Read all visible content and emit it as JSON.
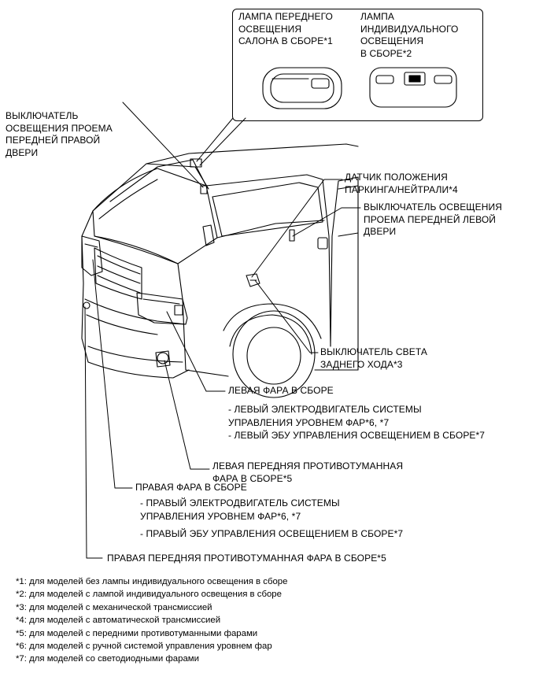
{
  "callout": {
    "front_lamp": "ЛАМПА ПЕРЕДНЕГО\nОСВЕЩЕНИЯ\nСАЛОНА В СБОРЕ*1",
    "individual_lamp": "ЛАМПА\nИНДИВИДУАЛЬНОГО\nОСВЕЩЕНИЯ\nВ СБОРЕ*2"
  },
  "labels": {
    "right_door_switch": "ВЫКЛЮЧАТЕЛЬ\nОСВЕЩЕНИЯ ПРОЕМА\nПЕРЕДНЕЙ ПРАВОЙ\nДВЕРИ",
    "park_neutral_sensor": "ДАТЧИК ПОЛОЖЕНИЯ\nПАРКИНГА/НЕЙТРАЛИ*4",
    "left_door_switch": "ВЫКЛЮЧАТЕЛЬ ОСВЕЩЕНИЯ\nПРОЕМА ПЕРЕДНЕЙ ЛЕВОЙ\nДВЕРИ",
    "reverse_switch": "ВЫКЛЮЧАТЕЛЬ СВЕТА\nЗАДНЕГО ХОДА*3",
    "left_headlamp": "ЛЕВАЯ ФАРА В СБОРЕ",
    "left_headlamp_sub": "- ЛЕВЫЙ ЭЛЕКТРОДВИГАТЕЛЬ СИСТЕМЫ\nУПРАВЛЕНИЯ УРОВНЕМ ФАР*6, *7\n- ЛЕВЫЙ ЭБУ УПРАВЛЕНИЯ ОСВЕЩЕНИЕМ В СБОРЕ*7",
    "left_fog": "ЛЕВАЯ ПЕРЕДНЯЯ ПРОТИВОТУМАННАЯ\nФАРА В СБОРЕ*5",
    "right_headlamp": "ПРАВАЯ ФАРА В СБОРЕ",
    "right_headlamp_sub1": "- ПРАВЫЙ ЭЛЕКТРОДВИГАТЕЛЬ СИСТЕМЫ\nУПРАВЛЕНИЯ УРОВНЕМ ФАР*6, *7",
    "right_headlamp_sub2": "- ПРАВЫЙ ЭБУ УПРАВЛЕНИЯ ОСВЕЩЕНИЕМ В СБОРЕ*7",
    "right_fog": "ПРАВАЯ ПЕРЕДНЯЯ ПРОТИВОТУМАННАЯ ФАРА В СБОРЕ*5"
  },
  "notes": [
    "*1: для моделей без лампы индивидуального освещения в сборе",
    "*2: для моделей с лампой индивидуального освещения в сборе",
    "*3: для моделей с механической трансмиссией",
    "*4: для моделей с автоматической трансмиссией",
    "*5: для моделей с передними противотуманными фарами",
    "*6: для моделей с ручной системой управления уровнем фар",
    "*7: для моделей со светодиодными фарами"
  ]
}
